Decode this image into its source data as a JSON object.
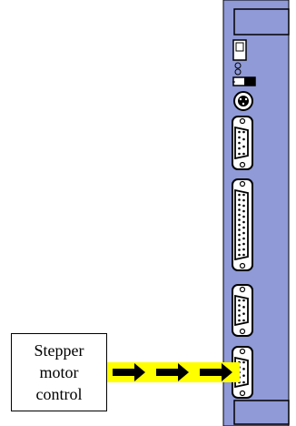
{
  "diagram": {
    "label_lines": [
      "Stepper",
      "motor",
      "control"
    ],
    "colors": {
      "panel": "#8f9ad7",
      "panel_stroke": "#000000",
      "arrow_band": "#ffff00",
      "arrow": "#000000",
      "connector_fill": "#ffffff"
    },
    "connectors": [
      {
        "name": "connector-db9-upper",
        "pins": 9
      },
      {
        "name": "connector-db25",
        "pins": 25
      },
      {
        "name": "connector-db9-middle",
        "pins": 9
      },
      {
        "name": "connector-db9-lower",
        "pins": 9
      }
    ],
    "arrow_count": 3
  }
}
